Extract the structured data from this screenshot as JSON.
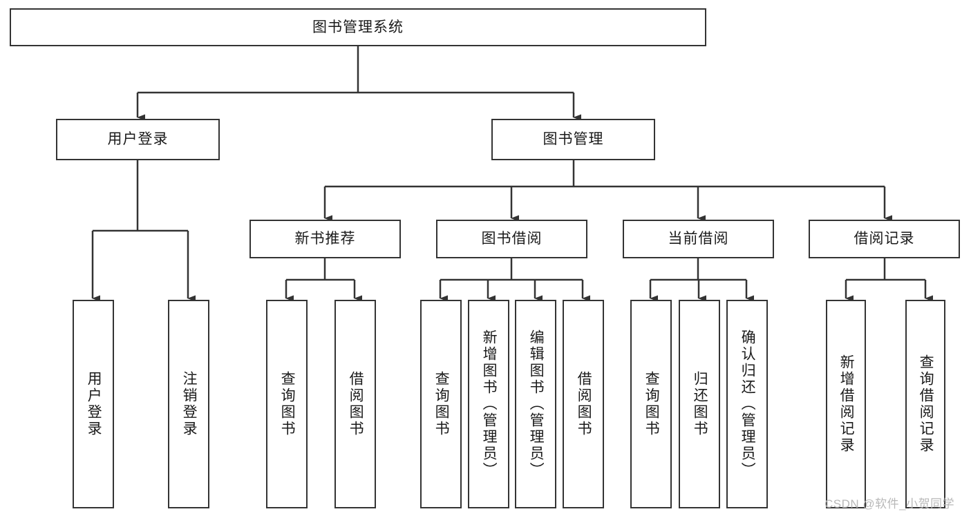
{
  "diagram": {
    "title": "图书管理系统",
    "type": "tree-hierarchy",
    "root": {
      "label": "图书管理系统"
    },
    "level2": [
      {
        "label": "用户登录"
      },
      {
        "label": "图书管理"
      }
    ],
    "level3": [
      {
        "label": "新书推荐"
      },
      {
        "label": "图书借阅"
      },
      {
        "label": "当前借阅"
      },
      {
        "label": "借阅记录"
      }
    ],
    "leaves": {
      "user_login": [
        {
          "label": "用户登录"
        },
        {
          "label": "注销登录"
        }
      ],
      "new_book_recommend": [
        {
          "label": "查询图书"
        },
        {
          "label": "借阅图书"
        }
      ],
      "book_borrow": [
        {
          "label": "查询图书"
        },
        {
          "label": "新增图书（管理员）"
        },
        {
          "label": "编辑图书（管理员）"
        },
        {
          "label": "借阅图书"
        }
      ],
      "current_borrow": [
        {
          "label": "查询图书"
        },
        {
          "label": "归还图书"
        },
        {
          "label": "确认归还（管理员）"
        }
      ],
      "borrow_record": [
        {
          "label": "新增借阅记录"
        },
        {
          "label": "查询借阅记录"
        }
      ]
    }
  },
  "watermark": {
    "text": "CSDN @软件_小贺同学"
  },
  "colors": {
    "border": "#333333",
    "text": "#1a1a1a",
    "background": "#ffffff",
    "watermark": "#b8b8b8"
  }
}
